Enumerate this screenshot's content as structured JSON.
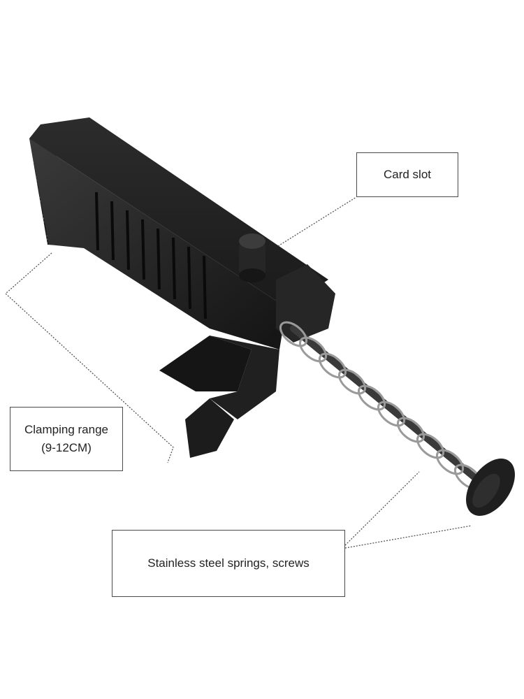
{
  "callouts": {
    "card_slot": "Card slot",
    "clamping_range_line1": "Clamping range",
    "clamping_range_line2": "(9-12CM)",
    "springs": "Stainless steel springs, screws"
  },
  "colors": {
    "tool_body": "#1e1e1e",
    "tool_highlight": "#3a3a3a",
    "spring_metal": "#9a9a9a",
    "leader_line": "#555555",
    "box_border": "#4a4a4a"
  }
}
